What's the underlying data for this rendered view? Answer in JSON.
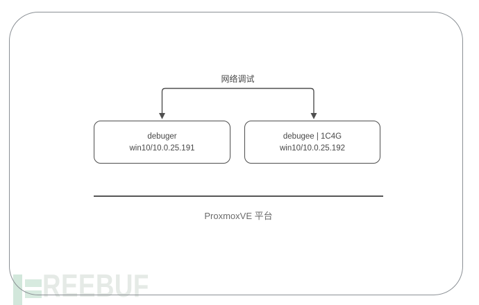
{
  "diagram": {
    "connector_label": "网络调试",
    "nodes": [
      {
        "title": "debuger",
        "subtitle": "win10/10.0.25.191"
      },
      {
        "title": "debugee | 1C4G",
        "subtitle": "win10/10.0.25.192"
      }
    ],
    "platform": {
      "label": "ProxmoxVE 平台"
    }
  },
  "watermark": {
    "text": "REEBUF"
  },
  "colors": {
    "line": "#4f4f4f",
    "frame_border": "#8a8f94",
    "node_border": "#4d4d4d",
    "text": "#474747",
    "platform_text": "#6a6a6a",
    "watermark_green": "#d5e8dd",
    "watermark_text": "#e5eae6",
    "background": "#ffffff"
  }
}
